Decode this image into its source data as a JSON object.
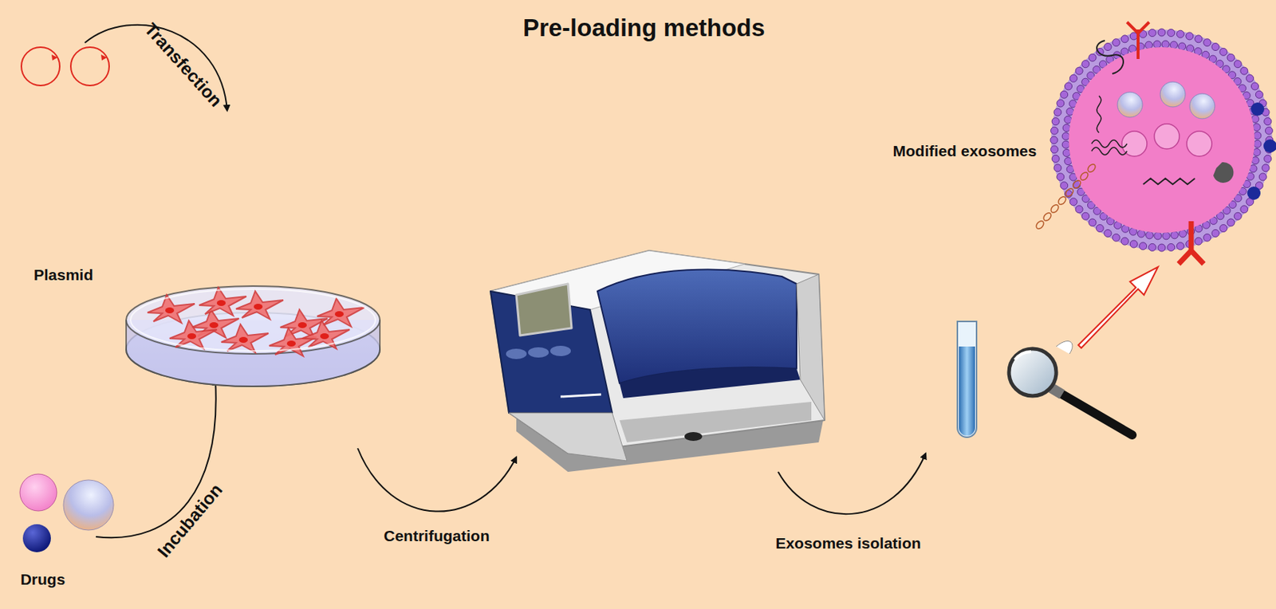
{
  "diagram": {
    "title": "Pre-loading methods",
    "labels": [
      "Transfection",
      "Plasmid",
      "Incubation",
      "Drugs",
      "Centrifugation",
      "Exosomes isolation",
      "Modified exosomes"
    ]
  }
}
